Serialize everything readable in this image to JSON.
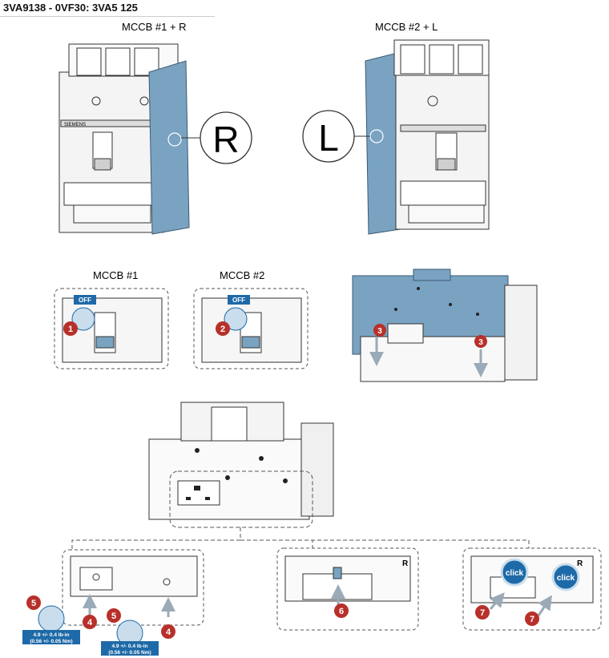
{
  "header": {
    "title": "3VA9138 - 0VF30: 3VA5 125"
  },
  "captions": {
    "mccb1_r": "MCCB #1 + R",
    "mccb2_l": "MCCB #2 + L",
    "mccb1": "MCCB #1",
    "mccb2": "MCCB #2"
  },
  "side_letters": {
    "right": "R",
    "left": "L"
  },
  "labels": {
    "off": "OFF",
    "click": "click",
    "brand": "SIEMENS",
    "torque_line1": "4.9 +/- 0.4 lb-in",
    "torque_line2": "(0.56 +/- 0.05 Nm)"
  },
  "steps": [
    "1",
    "2",
    "3",
    "3",
    "4",
    "4",
    "5",
    "5",
    "6",
    "7",
    "7"
  ],
  "colors": {
    "accent_blue": "#7aa3c2",
    "step_red": "#b8302a",
    "torque_blue": "#1e6aa8",
    "arrow_gray": "#9aaab8"
  }
}
